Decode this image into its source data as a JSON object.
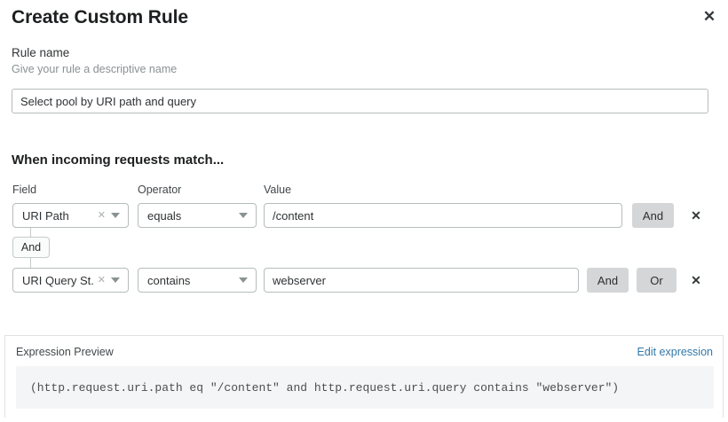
{
  "dialog": {
    "title": "Create Custom Rule",
    "close_icon": "close-icon"
  },
  "rule_name": {
    "label": "Rule name",
    "help": "Give your rule a descriptive name",
    "value": "Select pool by URI path and query",
    "placeholder": ""
  },
  "match_section": {
    "heading": "When incoming requests match...",
    "columns": {
      "field": "Field",
      "operator": "Operator",
      "value": "Value"
    },
    "connector": {
      "label": "And"
    },
    "rows": [
      {
        "field": "URI Path",
        "operator": "equals",
        "value": "/content",
        "clear_icon": "clear-x-icon",
        "caret_icon": "chevron-down-icon",
        "logic_buttons": [
          "And"
        ],
        "delete_icon": "close-icon"
      },
      {
        "field": "URI Query St...",
        "operator": "contains",
        "value": "webserver",
        "clear_icon": "clear-x-icon",
        "caret_icon": "chevron-down-icon",
        "logic_buttons": [
          "And",
          "Or"
        ],
        "delete_icon": "close-icon"
      }
    ]
  },
  "expression_preview": {
    "label": "Expression Preview",
    "edit_link": "Edit expression",
    "expression": "(http.request.uri.path eq \"/content\" and http.request.uri.query contains \"webserver\")"
  },
  "colors": {
    "link": "#3178a8",
    "button_gray": "#d4d6d8",
    "border": "#b6bcbd",
    "code_bg": "#f4f5f6"
  }
}
